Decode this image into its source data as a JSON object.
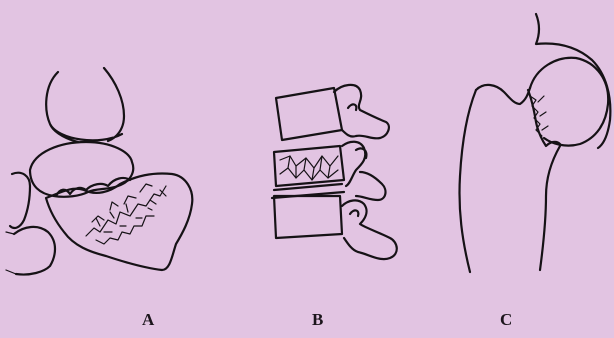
{
  "figure": {
    "background_color": "#e2c4e2",
    "ink_color": "#161216",
    "panels": [
      {
        "id": "A",
        "label": "A"
      },
      {
        "id": "B",
        "label": "B"
      },
      {
        "id": "C",
        "label": "C"
      }
    ]
  }
}
